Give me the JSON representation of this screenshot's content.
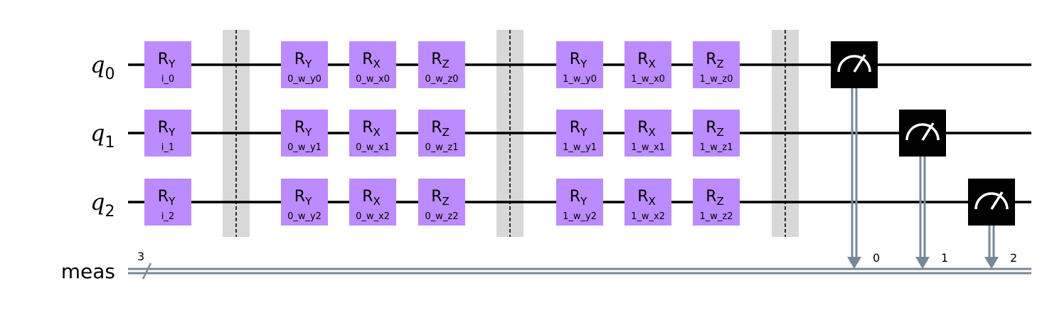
{
  "qubits": [
    {
      "name": "q",
      "index": "0"
    },
    {
      "name": "q",
      "index": "1"
    },
    {
      "name": "q",
      "index": "2"
    }
  ],
  "classical_register": {
    "name": "meas",
    "width": "3"
  },
  "colors": {
    "gate": "#bb8bff",
    "barrier": "#d8d8d8",
    "classical_wire": "#778899",
    "measure": "#000000"
  },
  "layers": [
    {
      "gates": [
        {
          "qubit": 0,
          "op": "R",
          "sub": "Y",
          "param": "i_0"
        },
        {
          "qubit": 1,
          "op": "R",
          "sub": "Y",
          "param": "i_1"
        },
        {
          "qubit": 2,
          "op": "R",
          "sub": "Y",
          "param": "i_2"
        }
      ]
    },
    {
      "barrier": true
    },
    {
      "gates": [
        {
          "qubit": 0,
          "op": "R",
          "sub": "Y",
          "param": "0_w_y0"
        },
        {
          "qubit": 1,
          "op": "R",
          "sub": "Y",
          "param": "0_w_y1"
        },
        {
          "qubit": 2,
          "op": "R",
          "sub": "Y",
          "param": "0_w_y2"
        }
      ]
    },
    {
      "gates": [
        {
          "qubit": 0,
          "op": "R",
          "sub": "X",
          "param": "0_w_x0"
        },
        {
          "qubit": 1,
          "op": "R",
          "sub": "X",
          "param": "0_w_x1"
        },
        {
          "qubit": 2,
          "op": "R",
          "sub": "X",
          "param": "0_w_x2"
        }
      ]
    },
    {
      "gates": [
        {
          "qubit": 0,
          "op": "R",
          "sub": "Z",
          "param": "0_w_z0"
        },
        {
          "qubit": 1,
          "op": "R",
          "sub": "Z",
          "param": "0_w_z1"
        },
        {
          "qubit": 2,
          "op": "R",
          "sub": "Z",
          "param": "0_w_z2"
        }
      ]
    },
    {
      "barrier": true
    },
    {
      "gates": [
        {
          "qubit": 0,
          "op": "R",
          "sub": "Y",
          "param": "1_w_y0"
        },
        {
          "qubit": 1,
          "op": "R",
          "sub": "Y",
          "param": "1_w_y1"
        },
        {
          "qubit": 2,
          "op": "R",
          "sub": "Y",
          "param": "1_w_y2"
        }
      ]
    },
    {
      "gates": [
        {
          "qubit": 0,
          "op": "R",
          "sub": "X",
          "param": "1_w_x0"
        },
        {
          "qubit": 1,
          "op": "R",
          "sub": "X",
          "param": "1_w_x1"
        },
        {
          "qubit": 2,
          "op": "R",
          "sub": "X",
          "param": "1_w_x2"
        }
      ]
    },
    {
      "gates": [
        {
          "qubit": 0,
          "op": "R",
          "sub": "Z",
          "param": "1_w_z0"
        },
        {
          "qubit": 1,
          "op": "R",
          "sub": "Z",
          "param": "1_w_z1"
        },
        {
          "qubit": 2,
          "op": "R",
          "sub": "Z",
          "param": "1_w_z2"
        }
      ]
    },
    {
      "barrier": true
    },
    {
      "measure": {
        "qubit": 0,
        "bit": "0"
      }
    },
    {
      "measure": {
        "qubit": 1,
        "bit": "1"
      }
    },
    {
      "measure": {
        "qubit": 2,
        "bit": "2"
      }
    }
  ]
}
